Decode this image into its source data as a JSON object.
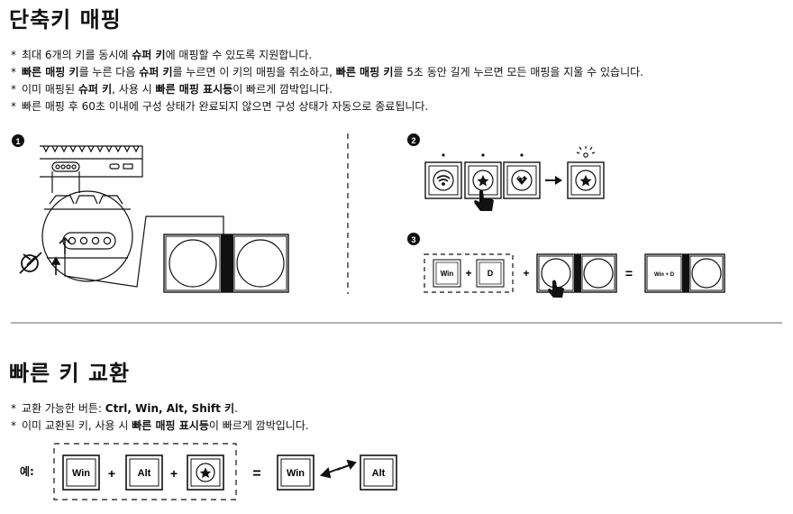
{
  "section1": {
    "title": "단축키 매핑",
    "bullets": [
      [
        {
          "t": "최대 6개의 키를 동시에 "
        },
        {
          "t": "슈퍼 키",
          "b": true
        },
        {
          "t": "에 매핑할 수 있도록 지원합니다."
        }
      ],
      [
        {
          "t": "빠른 매핑 키",
          "b": true
        },
        {
          "t": "를 누른 다음 "
        },
        {
          "t": "슈퍼 키",
          "b": true
        },
        {
          "t": "를 누르면 이 키의 매핑을 취소하고, "
        },
        {
          "t": "빠른 매핑 키",
          "b": true
        },
        {
          "t": "를 5초 동안 길게 누르면 모든 매핑을 지울 수 있습니다."
        }
      ],
      [
        {
          "t": "이미 매핑된 "
        },
        {
          "t": "슈퍼 키",
          "b": true
        },
        {
          "t": ", 사용 시 "
        },
        {
          "t": "빠른 매핑 표시등",
          "b": true
        },
        {
          "t": "이 빠르게 깜박입니다."
        }
      ],
      [
        {
          "t": "빠른 매핑 후 60초 이내에 구성 상태가 완료되지 않으면 구성 상태가 자동으로 종료됩니다."
        }
      ]
    ],
    "step_labels": [
      "1",
      "2",
      "3"
    ],
    "plus": "+",
    "equals": "=",
    "key_win": "Win",
    "key_d": "D",
    "key_win_d": "Win + D"
  },
  "section2": {
    "title": "빠른 키 교환",
    "bullets": [
      [
        {
          "t": "교환 가능한 버튼: "
        },
        {
          "t": "Ctrl, Win, Alt, Shift 키",
          "b": true
        },
        {
          "t": "."
        }
      ],
      [
        {
          "t": "이미 교환된 키, 사용 시 "
        },
        {
          "t": "빠른 매핑 표시등",
          "b": true
        },
        {
          "t": "이 빠르게 깜박입니다."
        }
      ]
    ],
    "example_label": "예:",
    "key_win": "Win",
    "key_alt": "Alt",
    "plus": "+",
    "equals": "="
  },
  "bullet_mark": "*"
}
